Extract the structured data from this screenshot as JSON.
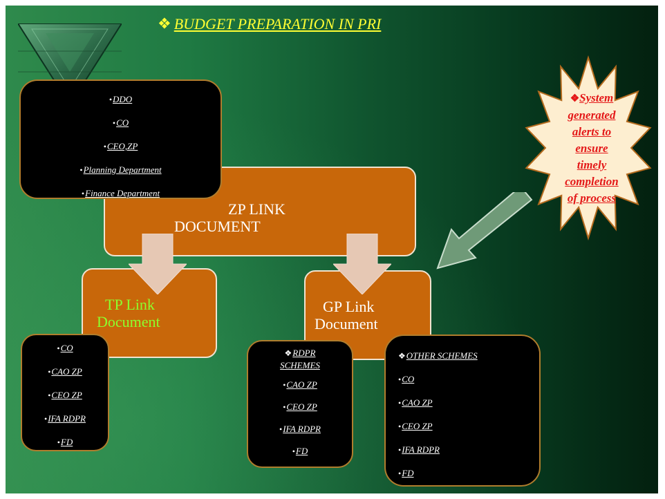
{
  "title": {
    "bullet_symbol": "❖",
    "text": "BUDGET PREPARATION IN PRI"
  },
  "top_list": {
    "items": [
      "DDO",
      "CO",
      "CEO,ZP",
      "Planning Department",
      "Finance Department"
    ]
  },
  "zp_box": {
    "line1": "ZP LINK",
    "line2": "DOCUMENT"
  },
  "tp_box": {
    "line1": "TP Link",
    "line2": "Document",
    "text_color": "#8cff2e"
  },
  "gp_box": {
    "line1": "GP Link",
    "line2": "Document"
  },
  "tp_list": {
    "items": [
      "CO",
      "CAO ZP",
      "CEO ZP",
      "IFA RDPR",
      "FD"
    ]
  },
  "rdpr_list": {
    "heading_line1": "RDPR",
    "heading_line2": "SCHEMES",
    "items": [
      "CAO ZP",
      "CEO ZP",
      "IFA RDPR",
      "FD"
    ]
  },
  "other_list": {
    "heading": "OTHER SCHEMES",
    "items": [
      "CO",
      "CAO ZP",
      "CEO ZP",
      "IFA RDPR",
      "FD"
    ]
  },
  "alert_star": {
    "lines": [
      "System",
      "generated",
      "alerts to",
      "ensure",
      "timely",
      "completion",
      "of process"
    ]
  },
  "colors": {
    "title": "#ffff33",
    "orange_box": "#c8670a",
    "alert_text": "#e41818",
    "star_fill": "#fdeed0",
    "arrow_fill": "#6f9a78"
  }
}
